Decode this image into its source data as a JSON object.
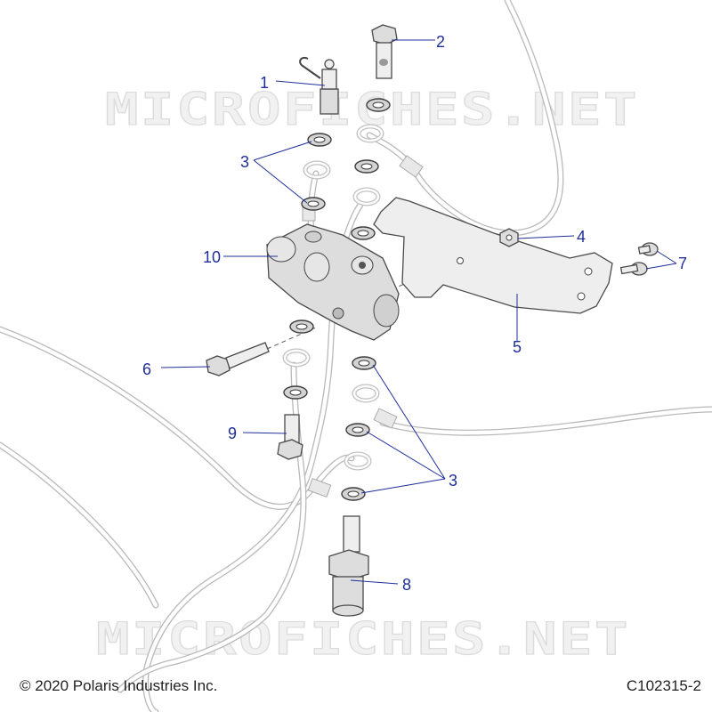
{
  "watermark": "MICROFICHES.NET",
  "callouts": {
    "n1": "1",
    "n2": "2",
    "n3a": "3",
    "n3b": "3",
    "n4": "4",
    "n5": "5",
    "n6": "6",
    "n7": "7",
    "n8": "8",
    "n9": "9",
    "n10": "10"
  },
  "footer": {
    "copyright": "© 2020 Polaris Industries Inc.",
    "figure_code": "C102315-2"
  }
}
